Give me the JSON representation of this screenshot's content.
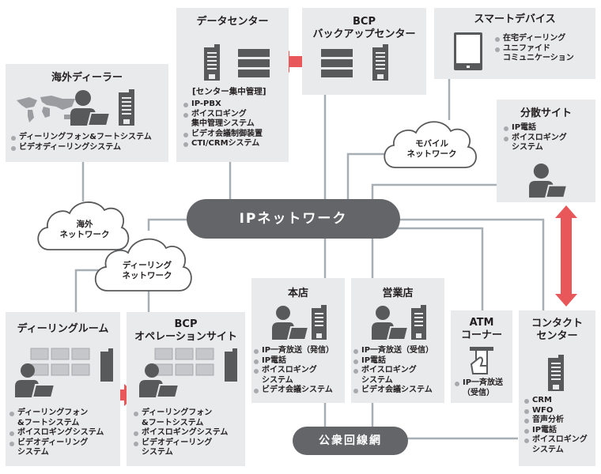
{
  "colors": {
    "box_bg": "#e9eaeb",
    "icon": "#58595b",
    "pill": "#636569",
    "line": "#a7aeb4",
    "arrow": "#e8585a",
    "bullet": "#a7a9ac"
  },
  "networks": {
    "ip": "IPネットワーク",
    "public": "公衆回線網",
    "overseas": "海外\nネットワーク",
    "dealing": "ディーリング\nネットワーク",
    "mobile": "モバイル\nネットワーク"
  },
  "nodes": {
    "overseas_dealer": {
      "title": "海外ディーラー",
      "items": [
        "ディーリングフォン&フートシステム",
        "ビデオディーリングシステム"
      ]
    },
    "data_center": {
      "title": "データセンター",
      "subtitle": "[センター集中管理]",
      "items": [
        "IP-PBX",
        "ボイスロギング\n集中管理システム",
        "ビデオ会議制御装置",
        "CTI/CRMシステム"
      ]
    },
    "bcp_backup": {
      "title_line1": "BCP",
      "title_line2": "バックアップセンター"
    },
    "smart_device": {
      "title": "スマートデバイス",
      "items": [
        "在宅ディーリング",
        "ユニファイド\nコミュニケーション"
      ]
    },
    "distributed_site": {
      "title": "分散サイト",
      "items": [
        "IP電話",
        "ボイスロギング\nシステム"
      ]
    },
    "dealing_room": {
      "title": "ディーリングルーム",
      "items": [
        "ディーリングフォン\n&フートシステム",
        "ボイスロギングシステム",
        "ビデオディーリング\nシステム"
      ]
    },
    "bcp_operation": {
      "title_line1": "BCP",
      "title_line2": "オペレーションサイト",
      "items": [
        "ディーリングフォン\n&フートシステム",
        "ボイスロギングシステム",
        "ビデオディーリング\nシステム"
      ]
    },
    "head_office": {
      "title": "本店",
      "items": [
        "IP一斉放送（発信）",
        "IP電話",
        "ボイスロギング\nシステム",
        "ビデオ会議システム"
      ]
    },
    "branch": {
      "title": "営業店",
      "items": [
        "IP一斉放送（受信）",
        "IP電話",
        "ボイスロギング\nシステム",
        "ビデオ会議システム"
      ]
    },
    "atm": {
      "title_line1": "ATM",
      "title_line2": "コーナー",
      "items": [
        "IP一斉放送\n（受信）"
      ]
    },
    "contact_center": {
      "title_line1": "コンタクト",
      "title_line2": "センター",
      "items": [
        "CRM",
        "WFO",
        "音声分析",
        "IP電話",
        "ボイスロギング\nシステム"
      ]
    }
  }
}
